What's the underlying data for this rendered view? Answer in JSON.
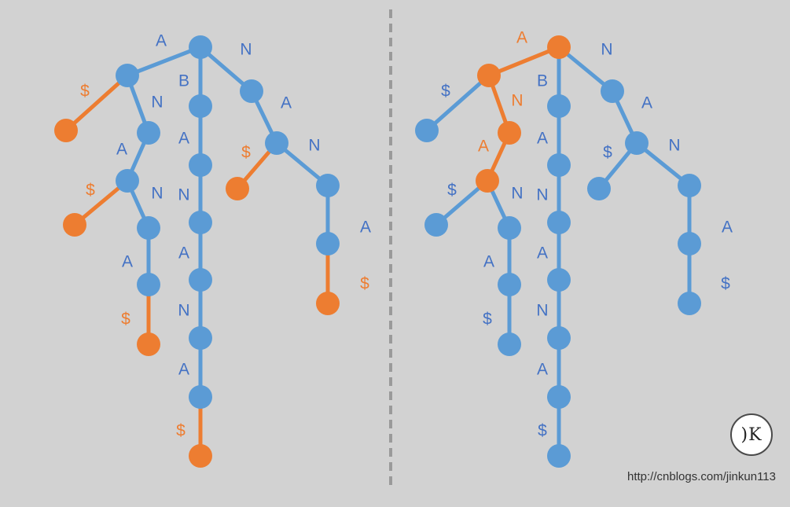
{
  "colors": {
    "background": "#d2d2d2",
    "blue": "#5b9bd5",
    "blue_text": "#4472c4",
    "orange": "#ed7d31",
    "divider": "#9a9a9a"
  },
  "logo": {
    "text": ")K",
    "icon": "jk-logo-icon"
  },
  "watermark": "http://cnblogs.com/jinkun113",
  "trees": [
    {
      "id": "left-tree",
      "nodes": [
        {
          "id": "root",
          "color": "blue"
        },
        {
          "id": "a1",
          "color": "blue"
        },
        {
          "id": "a1$",
          "color": "orange"
        },
        {
          "id": "an",
          "color": "blue"
        },
        {
          "id": "ana",
          "color": "blue"
        },
        {
          "id": "ana$",
          "color": "orange"
        },
        {
          "id": "anan",
          "color": "blue"
        },
        {
          "id": "anana",
          "color": "blue"
        },
        {
          "id": "anana$",
          "color": "orange"
        },
        {
          "id": "b1",
          "color": "blue"
        },
        {
          "id": "b2",
          "color": "blue"
        },
        {
          "id": "b3",
          "color": "blue"
        },
        {
          "id": "b4",
          "color": "blue"
        },
        {
          "id": "b5",
          "color": "blue"
        },
        {
          "id": "b6",
          "color": "blue"
        },
        {
          "id": "b$",
          "color": "orange"
        },
        {
          "id": "n1",
          "color": "blue"
        },
        {
          "id": "na",
          "color": "blue"
        },
        {
          "id": "na$",
          "color": "orange"
        },
        {
          "id": "nan",
          "color": "blue"
        },
        {
          "id": "nana",
          "color": "blue"
        },
        {
          "id": "nana$",
          "color": "orange"
        }
      ],
      "edges": [
        {
          "from": "root",
          "to": "a1",
          "label": "A",
          "color": "blue"
        },
        {
          "from": "a1",
          "to": "a1$",
          "label": "$",
          "color": "orange"
        },
        {
          "from": "a1",
          "to": "an",
          "label": "N",
          "color": "blue"
        },
        {
          "from": "an",
          "to": "ana",
          "label": "A",
          "color": "blue"
        },
        {
          "from": "ana",
          "to": "ana$",
          "label": "$",
          "color": "orange"
        },
        {
          "from": "ana",
          "to": "anan",
          "label": "N",
          "color": "blue"
        },
        {
          "from": "anan",
          "to": "anana",
          "label": "A",
          "color": "blue"
        },
        {
          "from": "anana",
          "to": "anana$",
          "label": "$",
          "color": "orange"
        },
        {
          "from": "root",
          "to": "b1",
          "label": "B",
          "color": "blue"
        },
        {
          "from": "b1",
          "to": "b2",
          "label": "A",
          "color": "blue"
        },
        {
          "from": "b2",
          "to": "b3",
          "label": "N",
          "color": "blue"
        },
        {
          "from": "b3",
          "to": "b4",
          "label": "A",
          "color": "blue"
        },
        {
          "from": "b4",
          "to": "b5",
          "label": "N",
          "color": "blue"
        },
        {
          "from": "b5",
          "to": "b6",
          "label": "A",
          "color": "blue"
        },
        {
          "from": "b6",
          "to": "b$",
          "label": "$",
          "color": "orange"
        },
        {
          "from": "root",
          "to": "n1",
          "label": "N",
          "color": "blue"
        },
        {
          "from": "n1",
          "to": "na",
          "label": "A",
          "color": "blue"
        },
        {
          "from": "na",
          "to": "na$",
          "label": "$",
          "color": "orange"
        },
        {
          "from": "na",
          "to": "nan",
          "label": "N",
          "color": "blue"
        },
        {
          "from": "nan",
          "to": "nana",
          "label": "A",
          "color": "blue"
        },
        {
          "from": "nana",
          "to": "nana$",
          "label": "$",
          "color": "orange"
        }
      ]
    },
    {
      "id": "right-tree",
      "nodes": [
        {
          "id": "root",
          "color": "orange"
        },
        {
          "id": "a1",
          "color": "orange"
        },
        {
          "id": "a1$",
          "color": "blue"
        },
        {
          "id": "an",
          "color": "orange"
        },
        {
          "id": "ana",
          "color": "orange"
        },
        {
          "id": "ana$",
          "color": "blue"
        },
        {
          "id": "anan",
          "color": "blue"
        },
        {
          "id": "anana",
          "color": "blue"
        },
        {
          "id": "anana$",
          "color": "blue"
        },
        {
          "id": "b1",
          "color": "blue"
        },
        {
          "id": "b2",
          "color": "blue"
        },
        {
          "id": "b3",
          "color": "blue"
        },
        {
          "id": "b4",
          "color": "blue"
        },
        {
          "id": "b5",
          "color": "blue"
        },
        {
          "id": "b6",
          "color": "blue"
        },
        {
          "id": "b$",
          "color": "blue"
        },
        {
          "id": "n1",
          "color": "blue"
        },
        {
          "id": "na",
          "color": "blue"
        },
        {
          "id": "na$",
          "color": "blue"
        },
        {
          "id": "nan",
          "color": "blue"
        },
        {
          "id": "nana",
          "color": "blue"
        },
        {
          "id": "nana$",
          "color": "blue"
        }
      ],
      "edges": [
        {
          "from": "root",
          "to": "a1",
          "label": "A",
          "color": "orange"
        },
        {
          "from": "a1",
          "to": "a1$",
          "label": "$",
          "color": "blue"
        },
        {
          "from": "a1",
          "to": "an",
          "label": "N",
          "color": "orange"
        },
        {
          "from": "an",
          "to": "ana",
          "label": "A",
          "color": "orange"
        },
        {
          "from": "ana",
          "to": "ana$",
          "label": "$",
          "color": "blue"
        },
        {
          "from": "ana",
          "to": "anan",
          "label": "N",
          "color": "blue"
        },
        {
          "from": "anan",
          "to": "anana",
          "label": "A",
          "color": "blue"
        },
        {
          "from": "anana",
          "to": "anana$",
          "label": "$",
          "color": "blue"
        },
        {
          "from": "root",
          "to": "b1",
          "label": "B",
          "color": "blue"
        },
        {
          "from": "b1",
          "to": "b2",
          "label": "A",
          "color": "blue"
        },
        {
          "from": "b2",
          "to": "b3",
          "label": "N",
          "color": "blue"
        },
        {
          "from": "b3",
          "to": "b4",
          "label": "A",
          "color": "blue"
        },
        {
          "from": "b4",
          "to": "b5",
          "label": "N",
          "color": "blue"
        },
        {
          "from": "b5",
          "to": "b6",
          "label": "A",
          "color": "blue"
        },
        {
          "from": "b6",
          "to": "b$",
          "label": "$",
          "color": "blue"
        },
        {
          "from": "root",
          "to": "n1",
          "label": "N",
          "color": "blue"
        },
        {
          "from": "n1",
          "to": "na",
          "label": "A",
          "color": "blue"
        },
        {
          "from": "na",
          "to": "na$",
          "label": "$",
          "color": "blue"
        },
        {
          "from": "na",
          "to": "nan",
          "label": "N",
          "color": "blue"
        },
        {
          "from": "nan",
          "to": "nana",
          "label": "A",
          "color": "blue"
        },
        {
          "from": "nana",
          "to": "nana$",
          "label": "$",
          "color": "blue"
        }
      ]
    }
  ]
}
